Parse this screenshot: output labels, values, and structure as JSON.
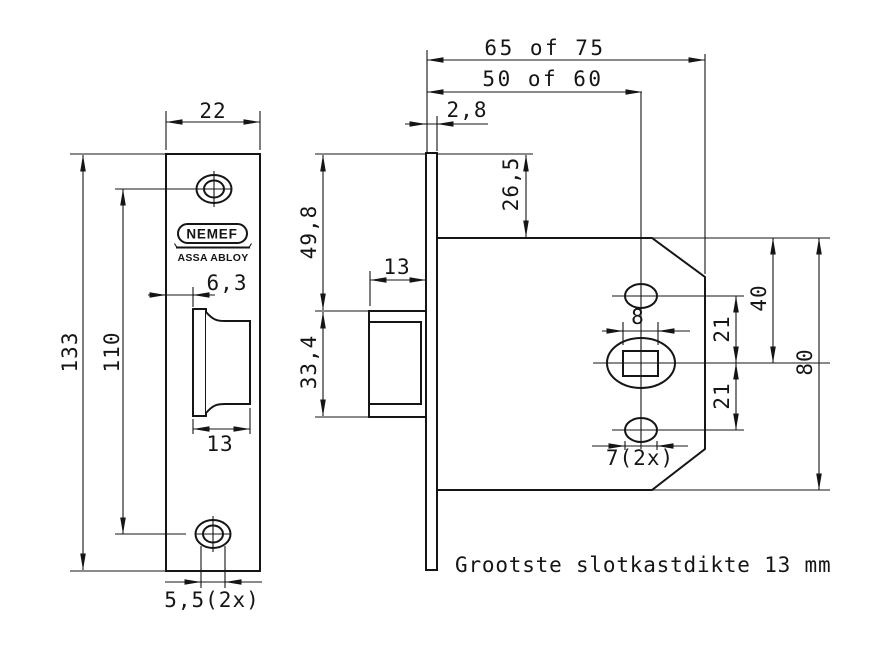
{
  "note": "Grootste slotkastdikte 13 mm",
  "logo": {
    "brand": "NEMEF",
    "group": "ASSA ABLOY"
  },
  "front_view": {
    "plate_width": "22",
    "plate_height": "133",
    "screw_hole_spacing": "110",
    "latch_edge_offset": "6,3",
    "latch_width": "13",
    "screw_hole_diameter": "5,5(2x)"
  },
  "side_view": {
    "plate_top_to_latch": "49,8",
    "latch_height": "33,4",
    "latch_depth": "13",
    "faceplate_thickness": "2,8"
  },
  "case_view": {
    "case_depth_options": "65 of 75",
    "backset_options": "50 of 60",
    "top_offset": "26,5",
    "spindle_square": "8",
    "spacing_upper": "21",
    "spacing_lower": "21",
    "top_to_spindle": "40",
    "case_height": "80",
    "fixing_hole_diameter": "7(2x)"
  },
  "colors": {
    "ink": "#151515",
    "background": "#ffffff"
  }
}
